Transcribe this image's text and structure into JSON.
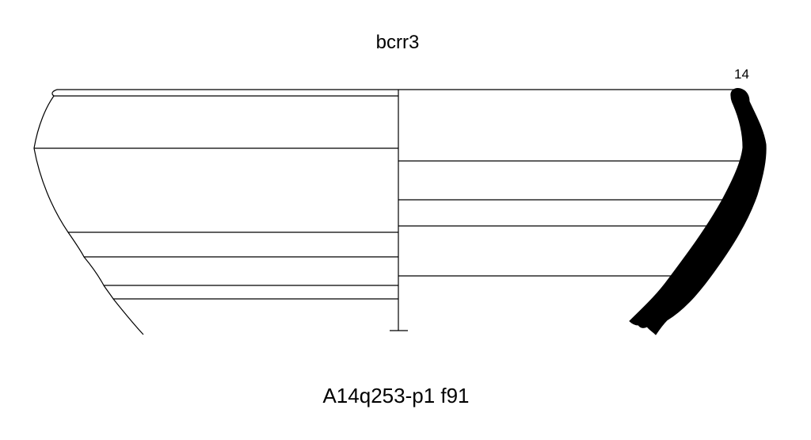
{
  "drawing": {
    "top_label": "bcrr3",
    "diameter_label": "14",
    "caption": "A14q253-p1 f91",
    "line_color": "#000000",
    "profile_fill": "#000000",
    "background": "#ffffff"
  }
}
